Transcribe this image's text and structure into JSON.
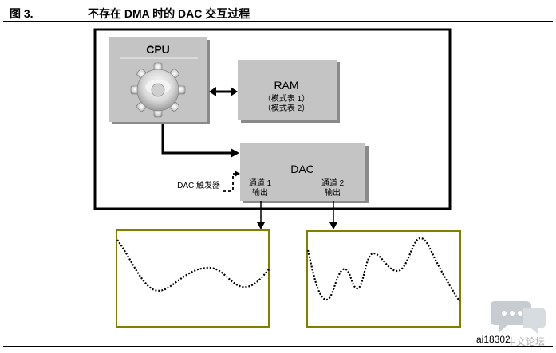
{
  "figure": {
    "number": "图 3.",
    "title": "不存在 DMA 时的 DAC 交互过程",
    "id": "ai18302"
  },
  "diagram": {
    "cpu_label": "CPU",
    "ram": {
      "label": "RAM",
      "line1": "（模式表 1）",
      "line2": "（模式表 2）"
    },
    "dac": {
      "label": "DAC",
      "trigger": "DAC 触发器",
      "ch1_line1": "通道 1",
      "ch1_line2": "输出",
      "ch2_line1": "通道 2",
      "ch2_line2": "输出"
    }
  },
  "watermark": {
    "text": "中文论坛",
    "icon": "chat-bubble-icon"
  },
  "colors": {
    "box_fill": "#c0c0c0",
    "box_shadow": "#8a8a8a",
    "wave_frame": "#7f7f00",
    "stroke": "#000000"
  }
}
